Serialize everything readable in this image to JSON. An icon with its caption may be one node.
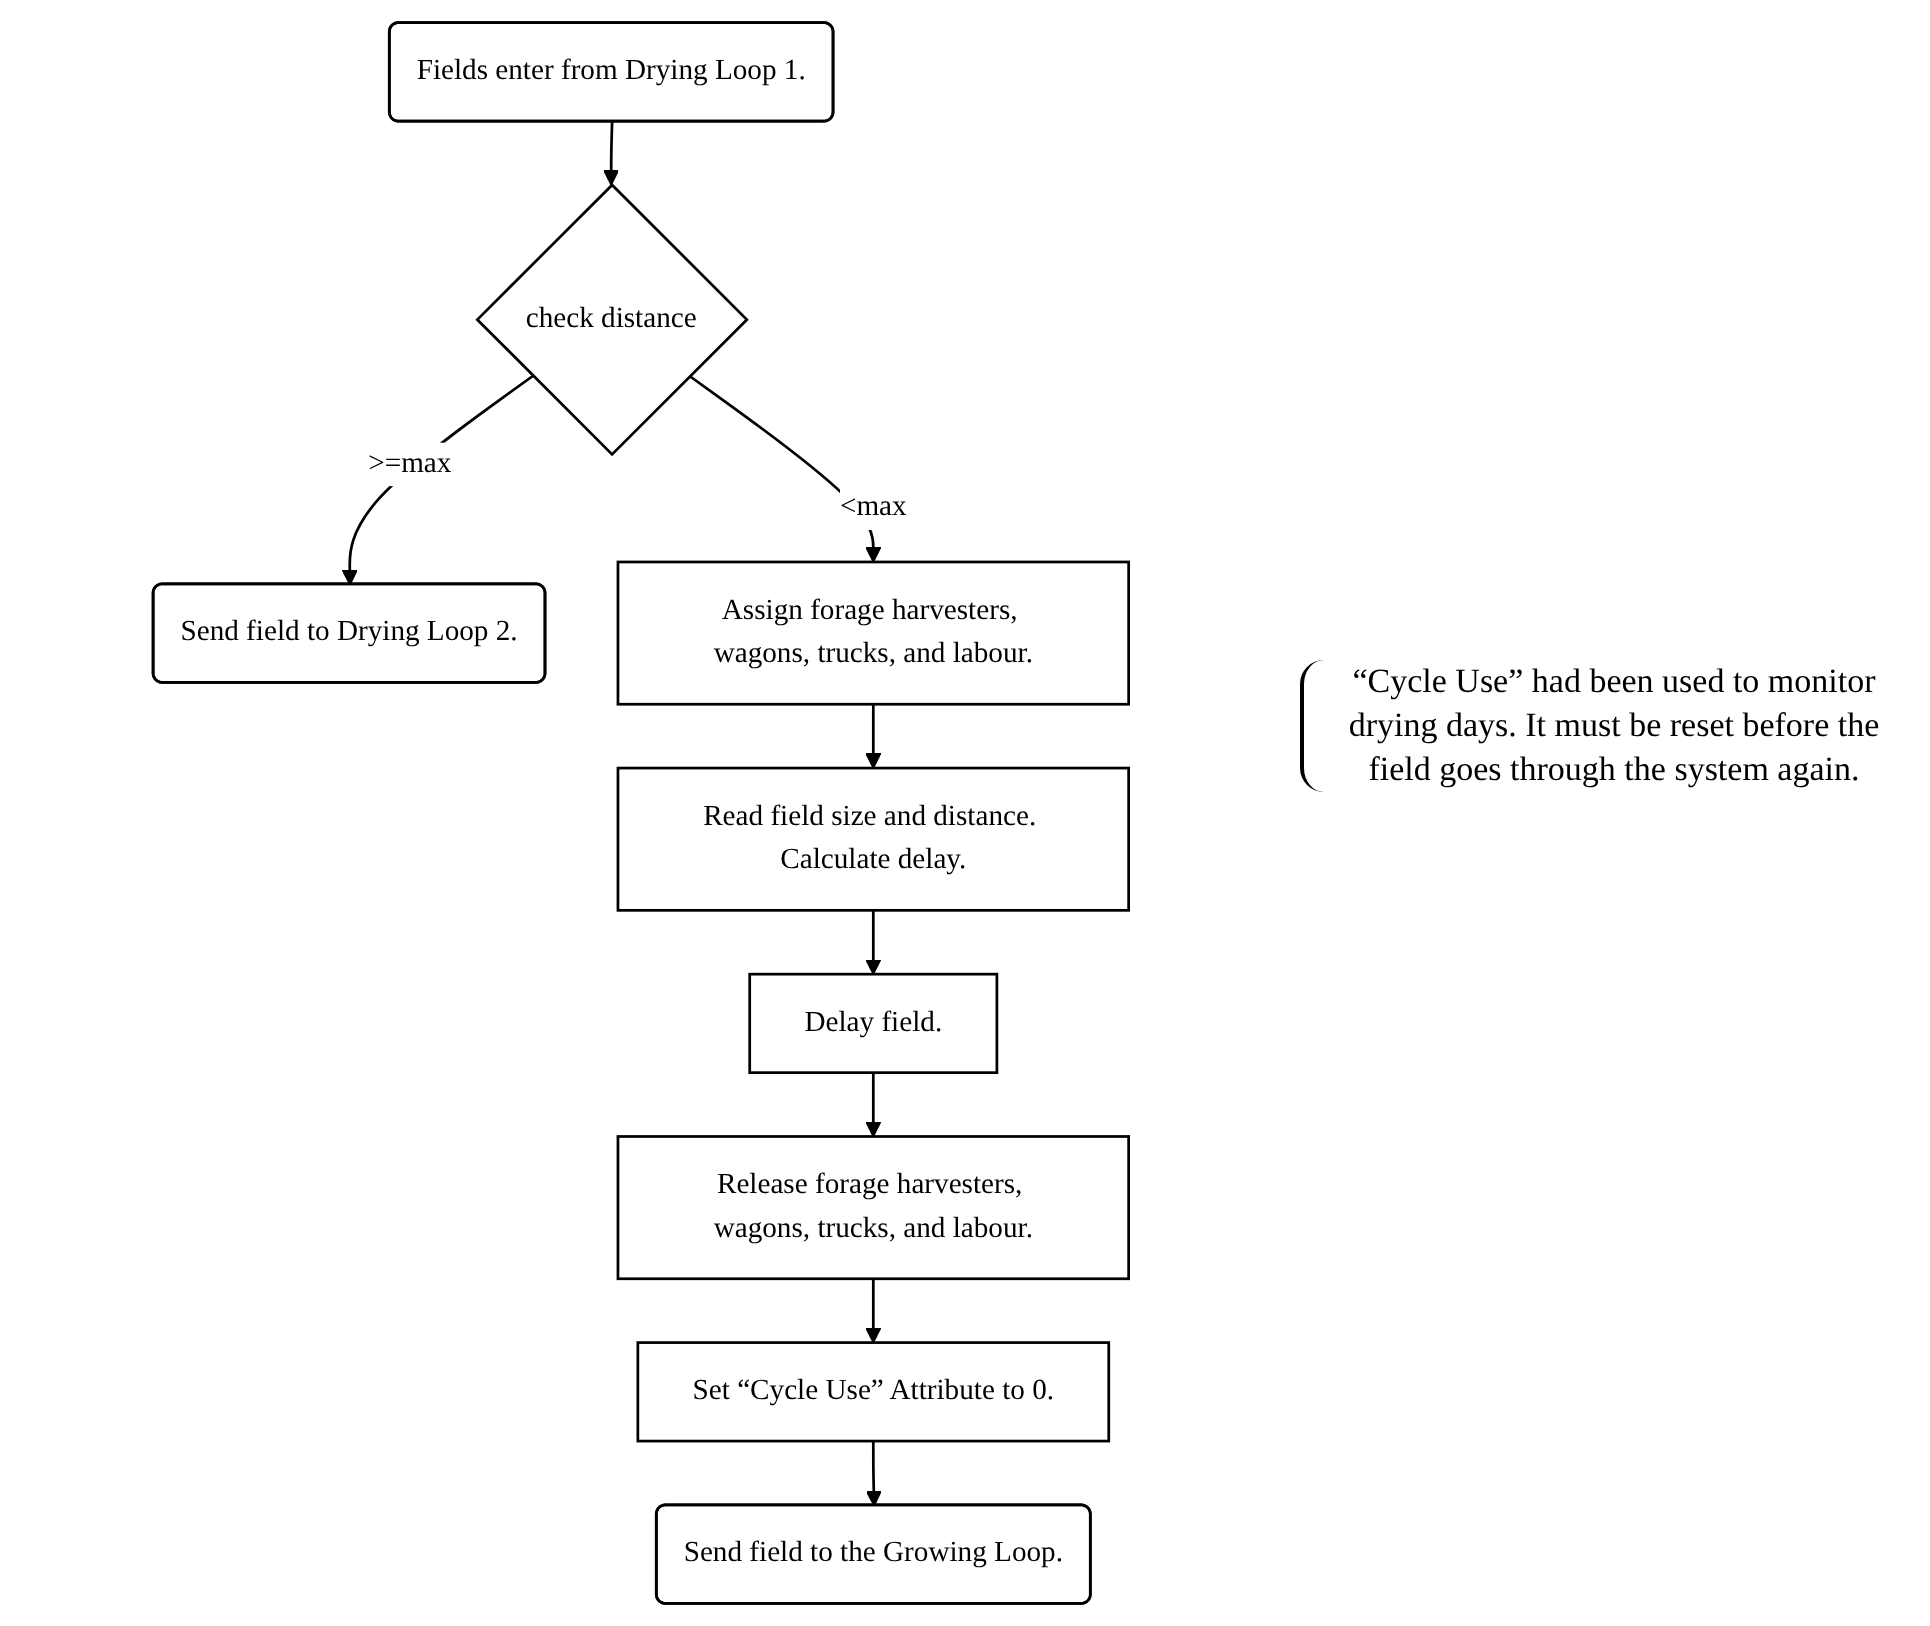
{
  "diagram": {
    "nodes": [
      {
        "text": [
          "Fields enter from Drying Loop 1."
        ]
      },
      {
        "text": [
          "check distance"
        ]
      },
      {
        "text": [
          "Send field to Drying Loop 2."
        ]
      },
      {
        "text": [
          "Assign forage harvesters, wagons, trucks, and labour."
        ]
      },
      {
        "text": [
          "Read field size and distance. Calculate delay."
        ]
      },
      {
        "text": [
          "Delay field."
        ]
      },
      {
        "text": [
          "Release forage harvesters, wagons, trucks, and labour."
        ]
      },
      {
        "text": [
          "Set “Cycle Use” Attribute to 0."
        ]
      },
      {
        "text": [
          "Send field to the Growing Loop."
        ]
      }
    ],
    "edges": [
      {
        "from": 0,
        "to": 1,
        "arrow": "to"
      },
      {
        "from": 1,
        "to": 2,
        "arrow": "to",
        "label": ">=max"
      },
      {
        "from": 1,
        "to": 3,
        "arrow": "to",
        "label": "<max"
      },
      {
        "from": 3,
        "to": 4,
        "arrow": "to"
      },
      {
        "from": 4,
        "to": 5,
        "arrow": "to"
      },
      {
        "from": 5,
        "to": 6,
        "arrow": "to"
      },
      {
        "from": 6,
        "to": 7,
        "arrow": "to"
      },
      {
        "from": 7,
        "to": 8,
        "arrow": "to"
      }
    ],
    "labels": [
      "“Cycle Use” had been used to monitor drying days. It must be reset before the field goes through the system again."
    ]
  }
}
